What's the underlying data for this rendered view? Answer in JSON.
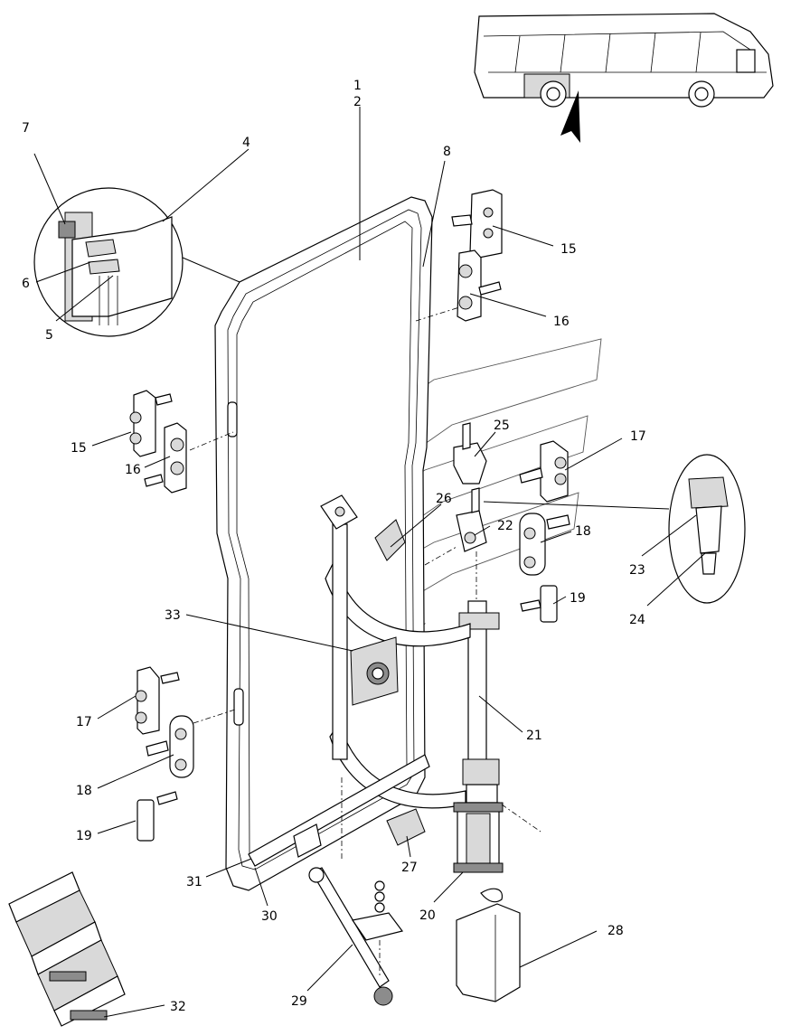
{
  "diagram": {
    "callouts": [
      {
        "id": "lbl-1",
        "text": "1"
      },
      {
        "id": "lbl-2",
        "text": "2"
      },
      {
        "id": "lbl-4",
        "text": "4"
      },
      {
        "id": "lbl-5",
        "text": "5"
      },
      {
        "id": "lbl-6",
        "text": "6"
      },
      {
        "id": "lbl-7",
        "text": "7"
      },
      {
        "id": "lbl-8",
        "text": "8"
      },
      {
        "id": "lbl-15a",
        "text": "15"
      },
      {
        "id": "lbl-15b",
        "text": "15"
      },
      {
        "id": "lbl-16a",
        "text": "16"
      },
      {
        "id": "lbl-16b",
        "text": "16"
      },
      {
        "id": "lbl-17a",
        "text": "17"
      },
      {
        "id": "lbl-17b",
        "text": "17"
      },
      {
        "id": "lbl-18a",
        "text": "18"
      },
      {
        "id": "lbl-18b",
        "text": "18"
      },
      {
        "id": "lbl-19a",
        "text": "19"
      },
      {
        "id": "lbl-19b",
        "text": "19"
      },
      {
        "id": "lbl-20",
        "text": "20"
      },
      {
        "id": "lbl-21",
        "text": "21"
      },
      {
        "id": "lbl-22",
        "text": "22"
      },
      {
        "id": "lbl-23",
        "text": "23"
      },
      {
        "id": "lbl-24",
        "text": "24"
      },
      {
        "id": "lbl-25",
        "text": "25"
      },
      {
        "id": "lbl-26",
        "text": "26"
      },
      {
        "id": "lbl-27",
        "text": "27"
      },
      {
        "id": "lbl-28",
        "text": "28"
      },
      {
        "id": "lbl-29",
        "text": "29"
      },
      {
        "id": "lbl-30",
        "text": "30"
      },
      {
        "id": "lbl-31",
        "text": "31"
      },
      {
        "id": "lbl-32",
        "text": "32"
      },
      {
        "id": "lbl-33",
        "text": "33"
      }
    ]
  }
}
